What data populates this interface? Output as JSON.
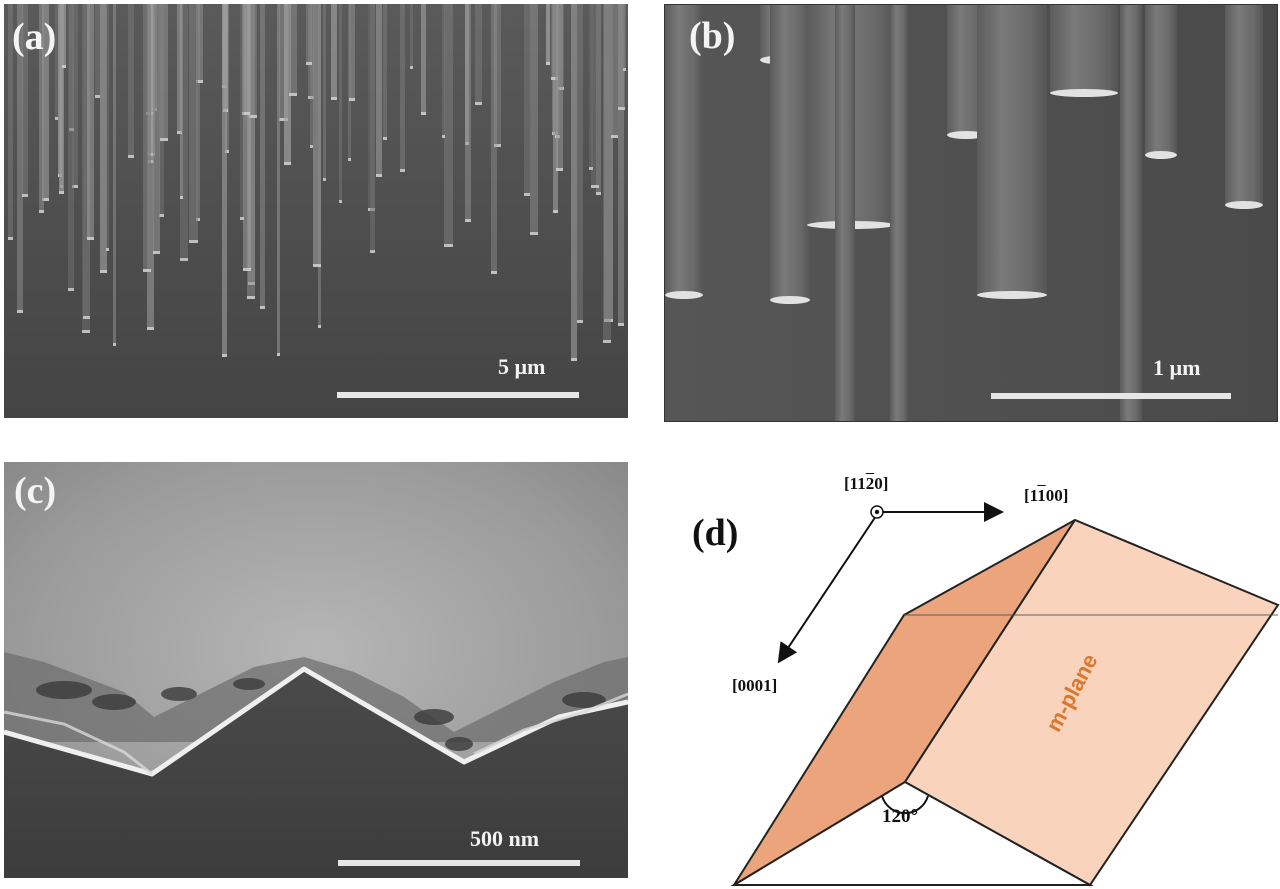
{
  "panels": {
    "a": {
      "label": "(a)",
      "scale": "5 µm"
    },
    "b": {
      "label": "(b)",
      "scale": "1 µm"
    },
    "c": {
      "label": "(c)",
      "scale": "500 nm"
    },
    "d": {
      "label": "(d)",
      "dir_11_2_0": "[11",
      "dir_11_2_0_bar": "2",
      "dir_11_2_0_end": "0]",
      "dir_1_1_00_start": "[1",
      "dir_1_1_00_bar": "1",
      "dir_1_1_00_end": "00]",
      "dir_0001": "[0001]",
      "plane": "m-plane",
      "angle": "120°"
    }
  },
  "colors": {
    "sem_dark": "#4a4a4a",
    "facet_dark": "#e8a27a",
    "facet_light": "#f7cdb3",
    "plane_text": "#d9782f"
  }
}
